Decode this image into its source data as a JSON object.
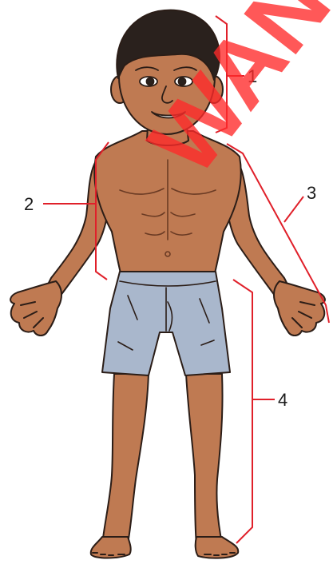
{
  "labels": [
    {
      "id": "head",
      "text": "1"
    },
    {
      "id": "trunk",
      "text": "2"
    },
    {
      "id": "arm",
      "text": "3"
    },
    {
      "id": "leg",
      "text": "4"
    }
  ],
  "watermark": {
    "text": "WAN"
  },
  "colors": {
    "skin": "#bf7a52",
    "skin_shade": "#9a5a3a",
    "hair": "#2a211d",
    "shorts": "#a9b7cc",
    "outline": "#2b1d17",
    "bracket": "#e0202a",
    "label_text": "#1a1a1a",
    "watermark": "#ff2a2a"
  }
}
